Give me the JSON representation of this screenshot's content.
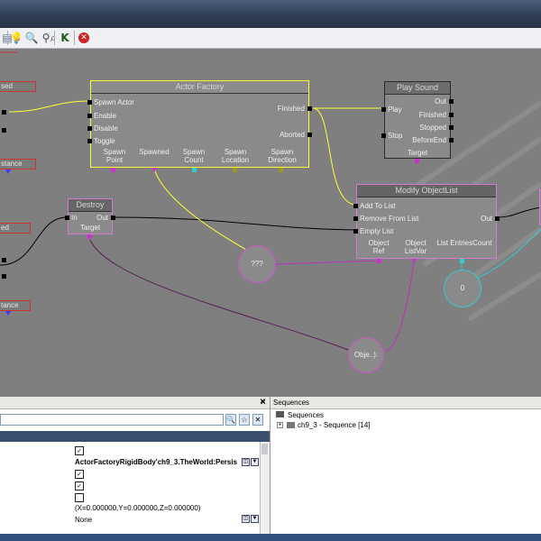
{
  "toolbar": {
    "icons": [
      "page-icon",
      "tool-icon",
      "lightbulb-icon",
      "search-icon",
      "zoom-icon",
      "magnify-icon",
      "kismet-arrow-icon",
      "stop-icon"
    ]
  },
  "canvas": {
    "left_boxes": {
      "top_label": "sed",
      "distance1": "stance",
      "mid_label": "ed",
      "distance2": "tance"
    },
    "actor_factory": {
      "title": "Actor Factory",
      "inputs": [
        "Spawn Actor",
        "Enable",
        "Disable",
        "Toggle"
      ],
      "outputs": [
        "Finished",
        "Aborted"
      ],
      "vars": [
        "Spawn Point",
        "Spawned",
        "Spawn Count",
        "Spawn Location",
        "Spawn Direction"
      ]
    },
    "play_sound": {
      "title": "Play Sound",
      "inputs": [
        "Play",
        "Stop"
      ],
      "outputs": [
        "Out",
        "Finished",
        "Stopped",
        "BeforeEnd"
      ],
      "vars": [
        "Target"
      ]
    },
    "destroy": {
      "title": "Destroy",
      "in": "In",
      "out": "Out",
      "target": "Target"
    },
    "modify_objectlist": {
      "title": "Modify ObjectList",
      "inputs": [
        "Add To List",
        "Remove From List",
        "Empty List"
      ],
      "output": "Out",
      "vars": [
        "Object Ref",
        "Object ListVar",
        "List EntriesCount"
      ]
    },
    "variables": {
      "unknown": "???",
      "zero": "0",
      "objlist": "Obje..):"
    }
  },
  "properties": {
    "search_placeholder": "",
    "values": [
      "ActorFactoryRigidBody'ch9_3.TheWorld:Persis",
      "(X=0.000000,Y=0.000000,Z=0.000000)",
      "None"
    ],
    "checked": [
      true,
      true,
      true,
      false
    ]
  },
  "sequences": {
    "title": "Sequences",
    "close_label": "✕",
    "root": "Sequences",
    "child": "ch9_3 - Sequence [14]"
  },
  "colors": {
    "canvas": "#7f7f7f",
    "selection": "#ffff33",
    "object_wire": "#bb33bb",
    "int_wire": "#33cccc",
    "event_wire": "#000000"
  }
}
